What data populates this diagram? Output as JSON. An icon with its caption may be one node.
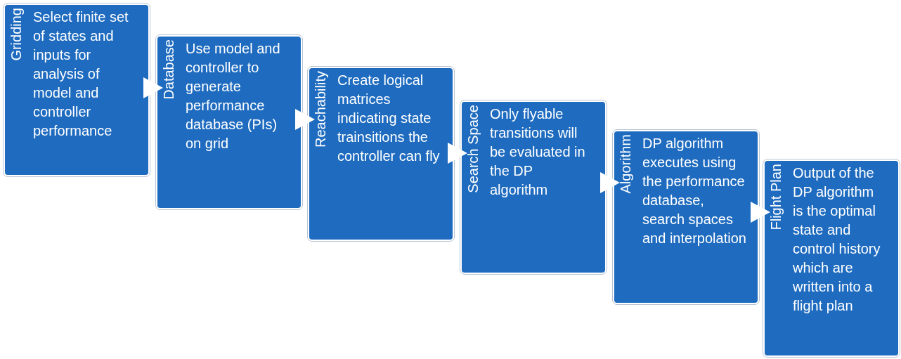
{
  "diagram": {
    "nodes": [
      {
        "text": [
          "Gridding",
          "Select finite set of states and inputs for analysis of model and controller performance"
        ]
      },
      {
        "text": [
          "Database",
          "Use model and controller to generate performance database (PIs) on grid"
        ]
      },
      {
        "text": [
          "Reachability",
          "Create logical matrices indicating state trainsitions the controller can fly"
        ]
      },
      {
        "text": [
          "Search Space",
          "Only flyable transitions will be evaluated in the DP algorithm"
        ]
      },
      {
        "text": [
          "Algorithm",
          "DP algorithm executes using the performance database, search spaces and interpolation"
        ]
      },
      {
        "text": [
          "Flight Plan",
          "Output of the DP algorithm is the optimal state and control history which are written into a flight plan"
        ]
      }
    ],
    "edges": [
      {
        "from": 0,
        "to": 1,
        "arrow": "to"
      },
      {
        "from": 1,
        "to": 2,
        "arrow": "to"
      },
      {
        "from": 2,
        "to": 3,
        "arrow": "to"
      },
      {
        "from": 3,
        "to": 4,
        "arrow": "to"
      },
      {
        "from": 4,
        "to": 5,
        "arrow": "to"
      }
    ]
  }
}
